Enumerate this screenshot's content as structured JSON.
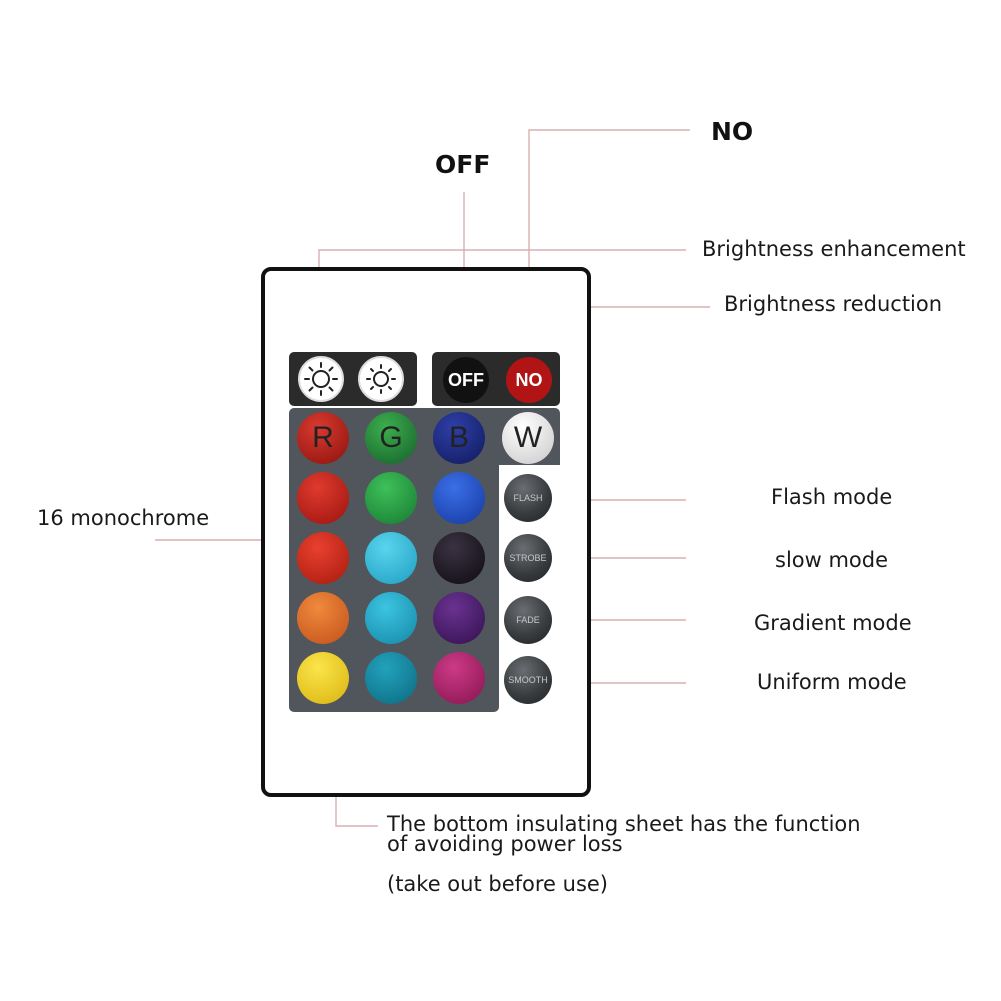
{
  "labels": {
    "on_top": "NO",
    "off_top": "OFF",
    "brightness_enhancement": "Brightness enhancement",
    "brightness_reduction": "Brightness reduction",
    "monochrome": "16 monochrome",
    "flash_mode": "Flash mode",
    "slow_mode": "slow mode",
    "gradient_mode": "Gradient mode",
    "uniform_mode": "Uniform mode",
    "insulating_line1": "The bottom insulating sheet has the function",
    "insulating_line2": "of avoiding power loss",
    "insulating_note": "(take out before use)"
  },
  "remote": {
    "off_button": "OFF",
    "on_button": "NO",
    "r_button": "R",
    "g_button": "G",
    "b_button": "B",
    "w_button": "W",
    "flash_button": "FLASH",
    "strobe_button": "STROBE",
    "fade_button": "FADE",
    "smooth_button": "SMOOTH"
  },
  "colors": {
    "red": "#c0231c",
    "green": "#2a9a3c",
    "blue": "#1f52c8",
    "dark_red": "#c42818",
    "cyan": "#2bb8d8",
    "black": "#1b1620",
    "orange": "#e36e1f",
    "teal": "#1ba3c2",
    "purple": "#4a1c6a",
    "yellow": "#f2d21a",
    "deep_teal": "#128aa2",
    "magenta": "#b0246e",
    "off_button": "#111111",
    "on_button": "#b01414",
    "leader_line": "#d9a8a8"
  }
}
